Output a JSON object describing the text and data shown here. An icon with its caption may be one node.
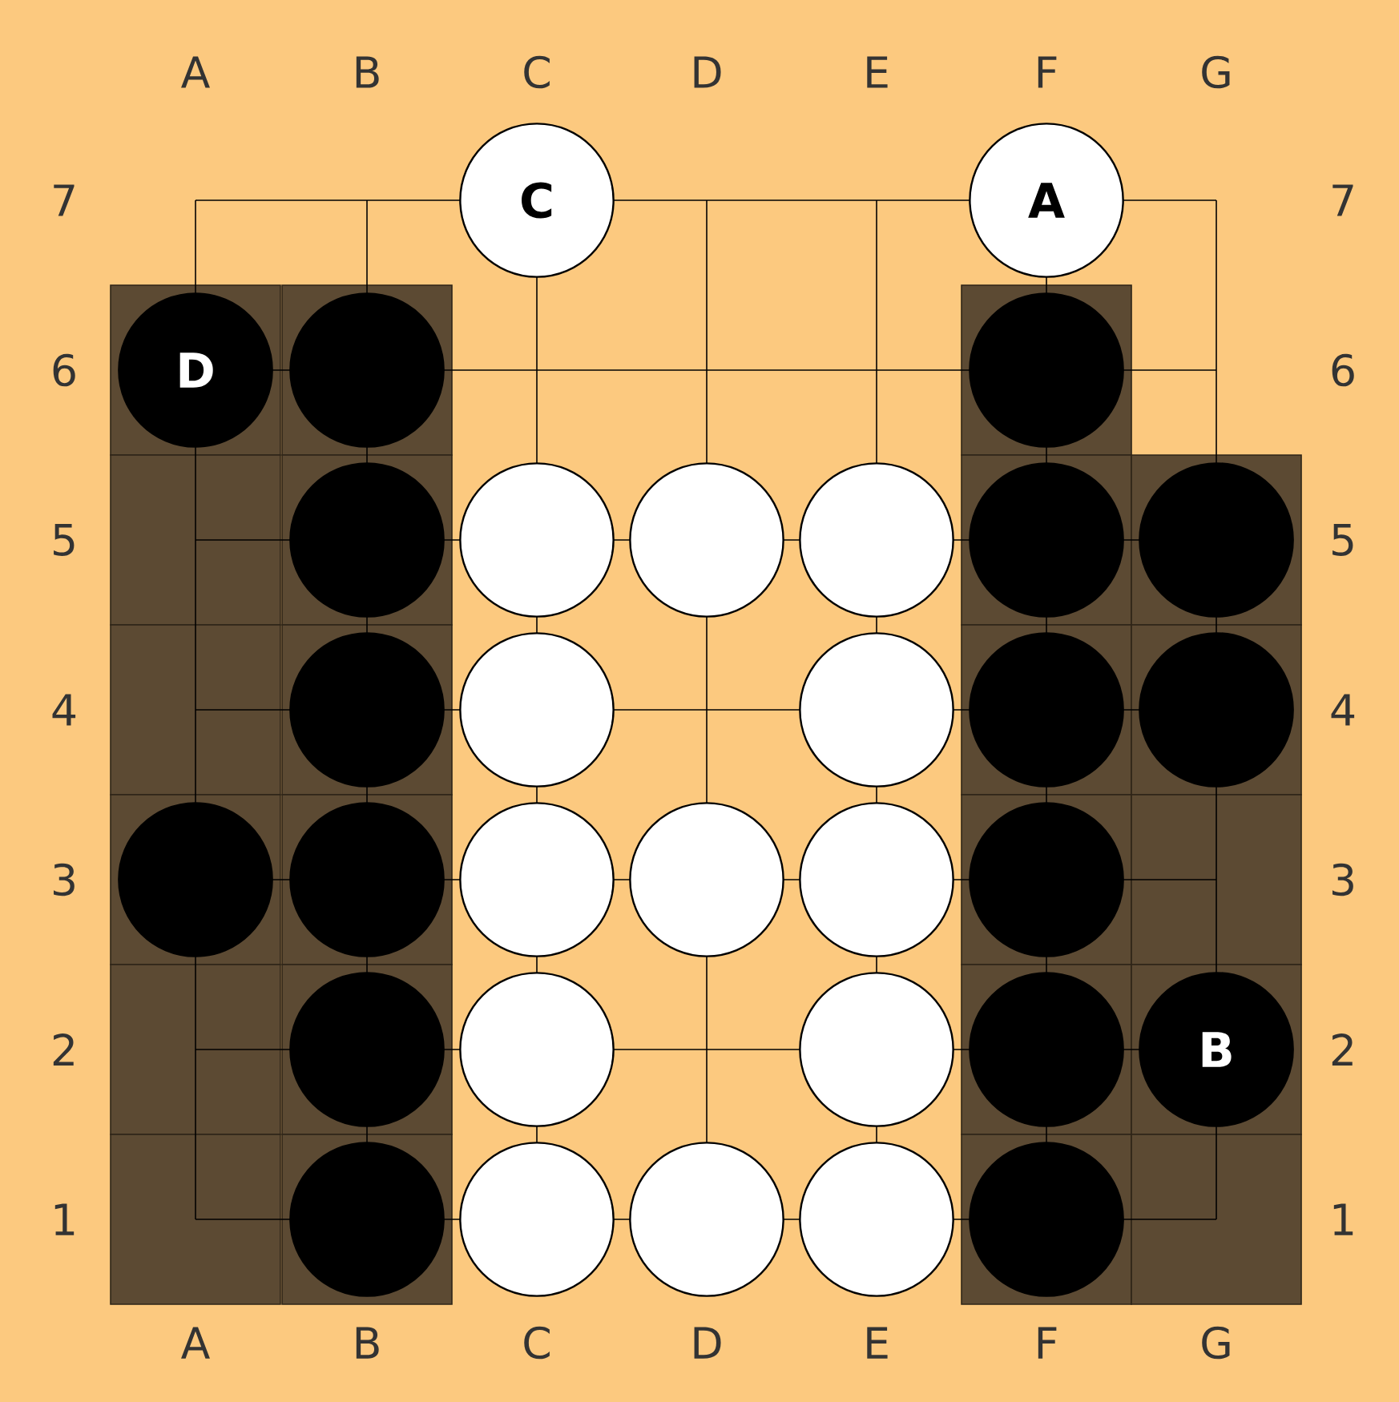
{
  "diagram": {
    "nodes": [
      {
        "text": [
          "C"
        ]
      },
      {
        "text": [
          "A"
        ]
      },
      {
        "text": [
          "D"
        ]
      },
      {
        "text": [],
        "shape": "circle"
      },
      {
        "text": [],
        "shape": "circle"
      },
      {
        "text": [],
        "shape": "circle"
      },
      {
        "text": [],
        "shape": "circle"
      },
      {
        "text": [],
        "shape": "circle"
      },
      {
        "text": [],
        "shape": "circle"
      },
      {
        "text": [],
        "shape": "circle"
      },
      {
        "text": [],
        "shape": "circle"
      },
      {
        "text": [],
        "shape": "circle"
      },
      {
        "text": [],
        "shape": "circle"
      },
      {
        "text": [],
        "shape": "circle"
      },
      {
        "text": [],
        "shape": "circle"
      },
      {
        "text": [],
        "shape": "circle"
      },
      {
        "text": [],
        "shape": "circle"
      },
      {
        "text": [],
        "shape": "circle"
      },
      {
        "text": [],
        "shape": "circle"
      },
      {
        "text": [],
        "shape": "circle"
      },
      {
        "text": [],
        "shape": "circle"
      },
      {
        "text": [],
        "shape": "circle"
      },
      {
        "text": [],
        "shape": "circle"
      },
      {
        "text": [],
        "shape": "circle"
      },
      {
        "text": [],
        "shape": "circle"
      },
      {
        "text": [],
        "shape": "circle"
      },
      {
        "text": [
          "B"
        ]
      },
      {
        "text": [],
        "shape": "circle"
      },
      {
        "text": [],
        "shape": "circle"
      },
      {
        "text": [],
        "shape": "circle"
      },
      {
        "text": [],
        "shape": "circle"
      },
      {
        "text": [],
        "shape": "circle"
      }
    ],
    "labels": [
      "A",
      "B",
      "C",
      "D",
      "E",
      "F",
      "G",
      "7",
      "7",
      "6",
      "6",
      "5",
      "5",
      "4",
      "4",
      "3",
      "3",
      "2",
      "2",
      "1",
      "1",
      "A",
      "B",
      "C",
      "D",
      "E",
      "F",
      "G"
    ]
  }
}
